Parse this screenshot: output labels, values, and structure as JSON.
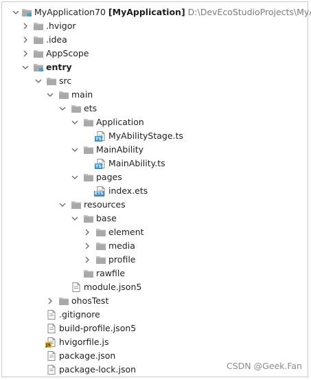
{
  "project": {
    "name": "MyApplication70",
    "module": "[MyApplication]",
    "path": "D:\\DevEcoStudioProjects\\MyApp"
  },
  "tree": {
    "hvigor": ".hvigor",
    "idea": ".idea",
    "appscope": "AppScope",
    "entry": "entry",
    "src": "src",
    "main": "main",
    "ets": "ets",
    "application": "Application",
    "myabilitystage": "MyAbilityStage.ts",
    "mainability_folder": "MainAbility",
    "mainability_ts": "MainAbility.ts",
    "pages": "pages",
    "index": "index.ets",
    "resources": "resources",
    "base": "base",
    "element": "element",
    "media": "media",
    "profile": "profile",
    "rawfile": "rawfile",
    "module_json5": "module.json5",
    "ohostest": "ohosTest",
    "gitignore": ".gitignore",
    "build_profile": "build-profile.json5",
    "hvigorfile": "hvigorfile.js",
    "package_json": "package.json",
    "package_lock": "package-lock.json"
  },
  "file_badges": {
    "ts": "TS",
    "ets": "ETS",
    "js": "JS"
  },
  "watermark": "CSDN @Geek.Fan",
  "colors": {
    "folder": "#bdbdbd",
    "folder_dark": "#a9a9a9",
    "module_square": "#3aa6d8",
    "ts_badge": "#3b8ed0",
    "js_badge": "#e0b43a"
  }
}
